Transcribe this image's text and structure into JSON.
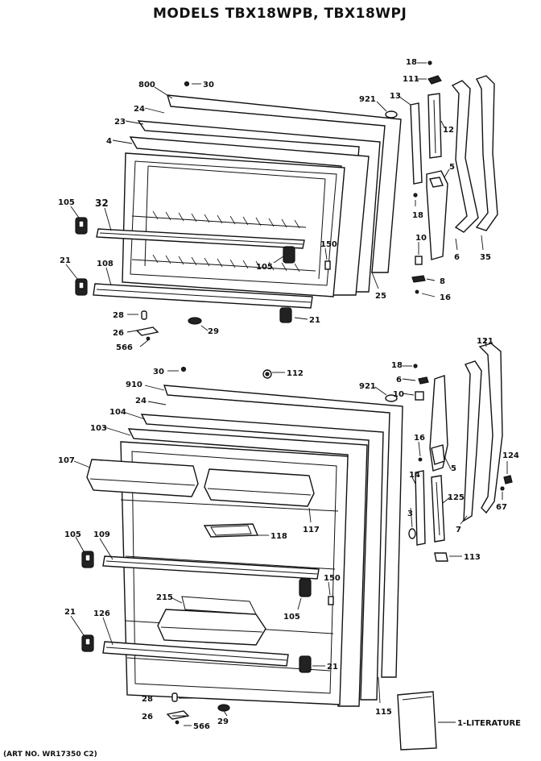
{
  "title": "MODELS TBX18WPB, TBX18WPJ",
  "art_number": "(ART NO. WR17350 C2)",
  "top_door_labels": {
    "l800": "800",
    "l30": "30",
    "l24": "24",
    "l23": "23",
    "l4": "4",
    "l105": "105",
    "l32": "32",
    "l21": "21",
    "l108": "108",
    "l28": "28",
    "l26": "26",
    "l566": "566",
    "l29": "29",
    "l105b": "105",
    "l21b": "21",
    "l150": "150",
    "l25": "25",
    "l921": "921",
    "l13": "13",
    "l18": "18",
    "l111": "111",
    "l12": "12",
    "l5": "5",
    "l18b": "18",
    "l10": "10",
    "l8": "8",
    "l16": "16",
    "l6": "6",
    "l35": "35"
  },
  "bottom_door_labels": {
    "l30": "30",
    "l112": "112",
    "l910": "910",
    "l24": "24",
    "l104": "104",
    "l103": "103",
    "l107": "107",
    "l105": "105",
    "l109": "109",
    "l118": "118",
    "l117": "117",
    "l215": "215",
    "l105b": "105",
    "l150": "150",
    "l21": "21",
    "l126": "126",
    "l21b": "21",
    "l28": "28",
    "l26": "26",
    "l566": "566",
    "l29": "29",
    "l115": "115",
    "l921": "921",
    "l18": "18",
    "l6": "6",
    "l10": "10",
    "l16": "16",
    "l14": "14",
    "l3": "3",
    "l5": "5",
    "l125": "125",
    "l121": "121",
    "l124": "124",
    "l67": "67",
    "l7": "7",
    "l113": "113",
    "literature": "1-LITERATURE"
  }
}
